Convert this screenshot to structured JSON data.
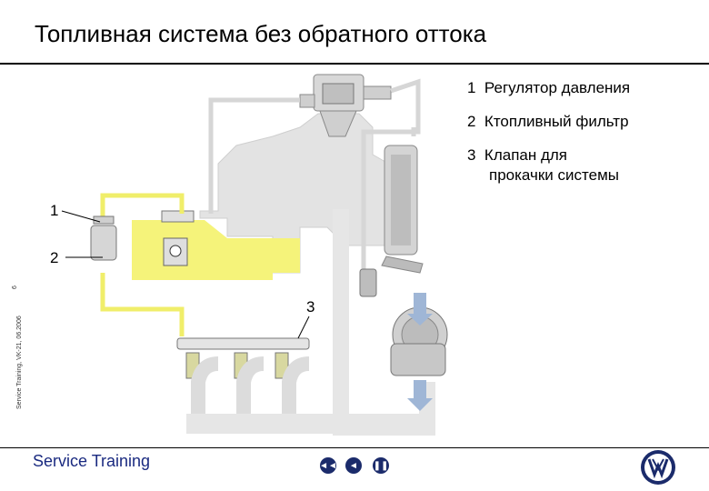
{
  "header": {
    "title": "Топливная система без обратного оттока"
  },
  "legend": {
    "items": [
      {
        "num": "1",
        "label": "Регулятор давления"
      },
      {
        "num": "2",
        "label": "Ктопливный фильтр"
      },
      {
        "num": "3",
        "label_line1": "Клапан для",
        "label_line2": "прокачки системы"
      }
    ]
  },
  "callouts": {
    "c1": "1",
    "c2": "2",
    "c3": "3"
  },
  "side_note": "Service Training, VK-21, 06.2006",
  "page_number": "6",
  "footer": {
    "brand": "Service Training",
    "nav": [
      "◄◄",
      "◄",
      "❚❚"
    ]
  },
  "colors": {
    "fuel": "#f5f37a",
    "engine": "#e6e6e6",
    "pipe": "#d8d8d8",
    "brand": "#1a2a80"
  }
}
